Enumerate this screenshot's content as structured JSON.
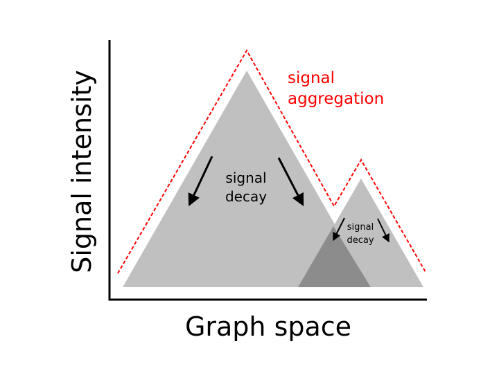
{
  "axes": {
    "y_label": "Signal intensity",
    "x_label": "Graph space"
  },
  "annotations": {
    "aggregation_line1": "signal",
    "aggregation_line2": "aggregation",
    "decay_large_line1": "signal",
    "decay_large_line2": "decay",
    "decay_small_line1": "signal",
    "decay_small_line2": "decay"
  },
  "colors": {
    "peak": "#c0c0c0",
    "overlap": "#8c8c8c",
    "aggregation": "#ff0000",
    "axis": "#000000"
  }
}
